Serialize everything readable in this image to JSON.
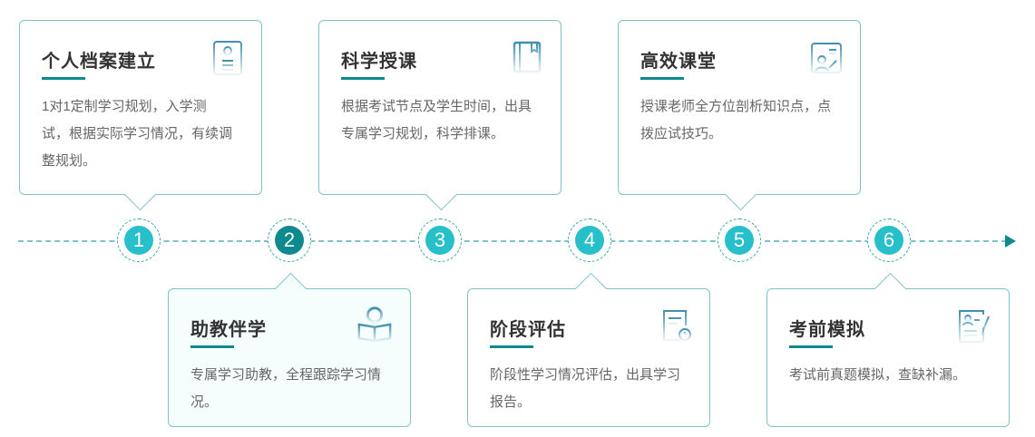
{
  "steps": [
    {
      "number": "1",
      "title": "个人档案建立",
      "desc": "1对1定制学习规划，入学测试，根据实际学习情况，有续调整规划。",
      "icon": "profile-card-icon"
    },
    {
      "number": "2",
      "title": "助教伴学",
      "desc": "专属学习助教，全程跟踪学习情况。",
      "icon": "reading-person-icon"
    },
    {
      "number": "3",
      "title": "科学授课",
      "desc": "根据考试节点及学生时间，出具专属学习规划，科学排课。",
      "icon": "book-icon"
    },
    {
      "number": "4",
      "title": "阶段评估",
      "desc": "阶段性学习情况评估，出具学习报告。",
      "icon": "report-clock-icon"
    },
    {
      "number": "5",
      "title": "高效课堂",
      "desc": "授课老师全方位剖析知识点，点拨应试技巧。",
      "icon": "teacher-board-icon"
    },
    {
      "number": "6",
      "title": "考前模拟",
      "desc": "考试前真题模拟，查缺补漏。",
      "icon": "exam-paper-icon"
    }
  ],
  "colors": {
    "accent": "#0e8a8f",
    "node": "#27bfc9",
    "border": "#7fc3c8"
  }
}
